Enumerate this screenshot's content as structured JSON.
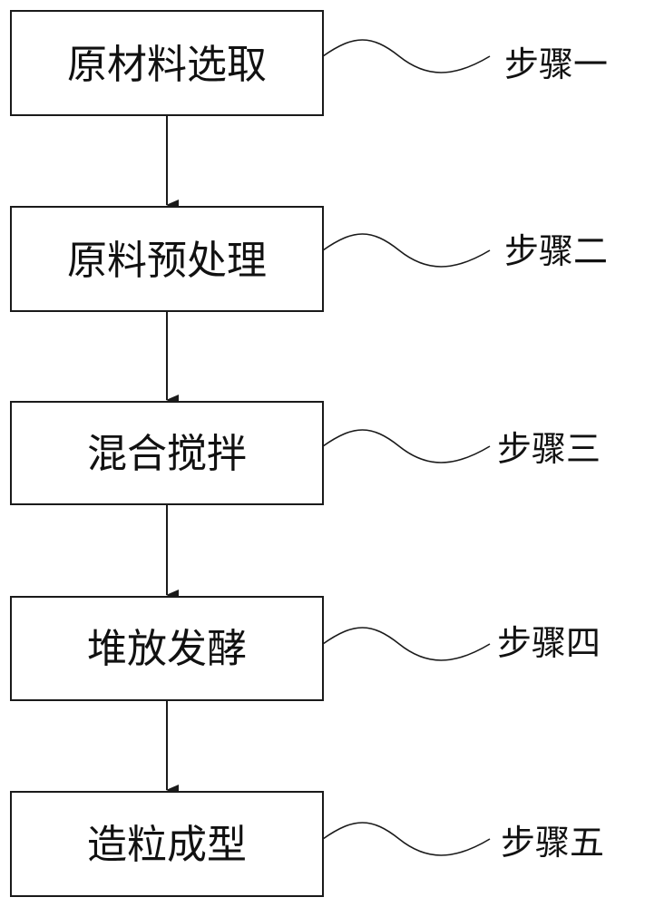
{
  "steps": [
    {
      "text": "原材料选取",
      "label": "步骤一"
    },
    {
      "text": "原料预处理",
      "label": "步骤二"
    },
    {
      "text": "混合搅拌",
      "label": "步骤三"
    },
    {
      "text": "堆放发酵",
      "label": "步骤四"
    },
    {
      "text": "造粒成型",
      "label": "步骤五"
    }
  ]
}
